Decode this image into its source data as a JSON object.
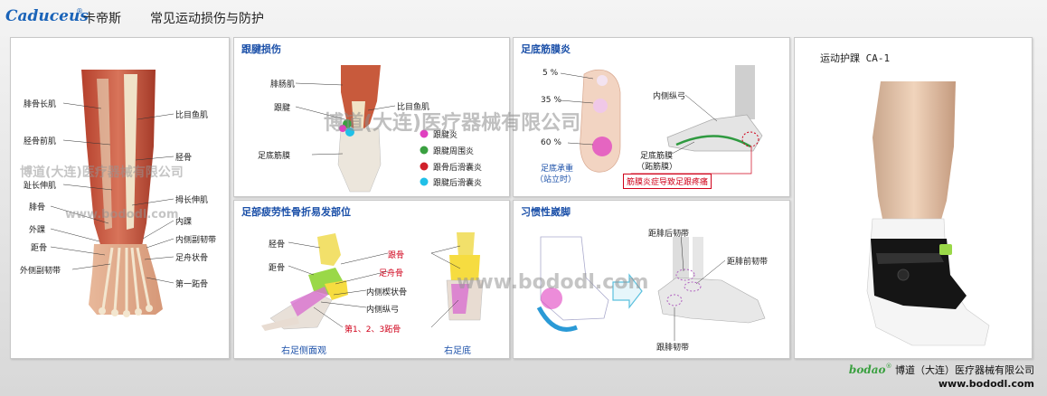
{
  "header": {
    "brand": "Caduceus",
    "reg": "®",
    "brand_cn": "卡帝斯",
    "title": "常见运动损伤与防护"
  },
  "leg": {
    "labels_left": [
      "腓骨长肌",
      "胫骨前肌",
      "趾长伸肌",
      "腓骨",
      "外踝",
      "距骨",
      "外侧副韧带"
    ],
    "labels_right": [
      "比目鱼肌",
      "胫骨",
      "拇长伸肌",
      "内踝",
      "内侧副韧带",
      "足舟状骨",
      "第一跖骨"
    ]
  },
  "achilles": {
    "title": "跟腱损伤",
    "labels": [
      "腓肠肌",
      "跟腱",
      "比目鱼肌",
      "足底筋膜"
    ],
    "legend": [
      "跟腱炎",
      "跟腱周围炎",
      "跟骨后滑囊炎",
      "跟腱后滑囊炎"
    ],
    "legend_colors": [
      "#e040c0",
      "#3aa040",
      "#d0202a",
      "#20c0e8"
    ]
  },
  "plantar": {
    "title": "足底筋膜炎",
    "pcts": [
      "5 %",
      "35 %",
      "60 %"
    ],
    "bearing": "足底承重",
    "bearing2": "（站立时）",
    "labels": [
      "内侧纵弓",
      "足底筋膜",
      "（跖筋膜）"
    ],
    "note": "筋膜炎症导致足跟疼痛"
  },
  "fracture": {
    "title": "足部疲劳性骨折易发部位",
    "labels_black": [
      "胫骨",
      "距骨",
      "内侧楔状骨",
      "内侧纵弓"
    ],
    "labels_red": [
      "跟骨",
      "足舟骨",
      "第1、2、3跖骨"
    ],
    "caption_left": "右足侧面观",
    "caption_right": "右足底"
  },
  "sprain": {
    "title": "习惯性崴脚",
    "labels": [
      "距腓后韧带",
      "距腓前韧带",
      "跟腓韧带"
    ]
  },
  "product": {
    "title": "运动护踝  CA-1"
  },
  "watermarks": {
    "company": "博道(大连)医疗器械有限公司",
    "url": "www.bododl.com"
  },
  "footer": {
    "logo": "bodao",
    "reg": "®",
    "company": "博道（大连）医疗器械有限公司",
    "url": "www.bododl.com"
  }
}
